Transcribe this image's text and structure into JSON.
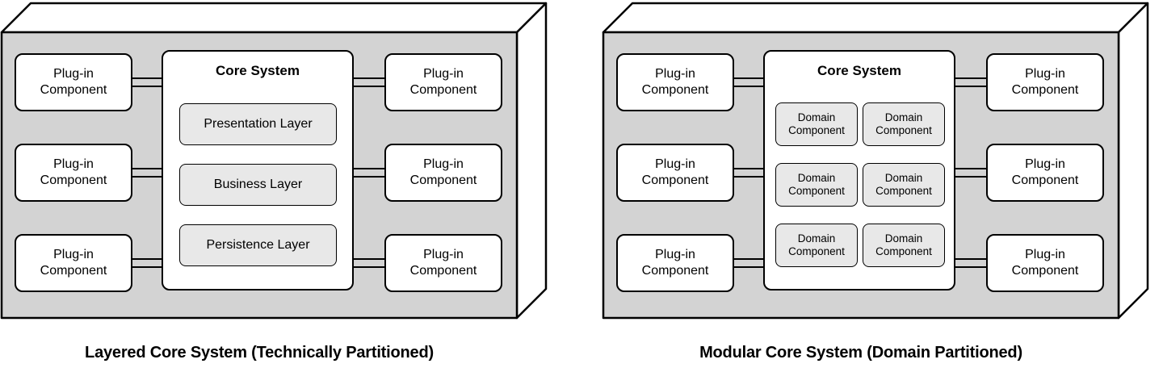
{
  "diagrams": [
    {
      "caption": "Layered Core System (Technically Partitioned)",
      "core_title": "Core System",
      "plugin_label": "Plug-in\nComponent",
      "layers": [
        "Presentation Layer",
        "Business Layer",
        "Persistence Layer"
      ]
    },
    {
      "caption": "Modular Core System (Domain Partitioned)",
      "core_title": "Core System",
      "plugin_label": "Plug-in\nComponent",
      "domains": [
        "Domain\nComponent",
        "Domain\nComponent",
        "Domain\nComponent",
        "Domain\nComponent",
        "Domain\nComponent",
        "Domain\nComponent"
      ]
    }
  ],
  "colors": {
    "box_front_face": "#d3d3d3",
    "box_top_side_face": "#ffffff",
    "component_fill": "#ffffff",
    "inner_component_fill": "#e8e8e8",
    "stroke": "#000000"
  }
}
